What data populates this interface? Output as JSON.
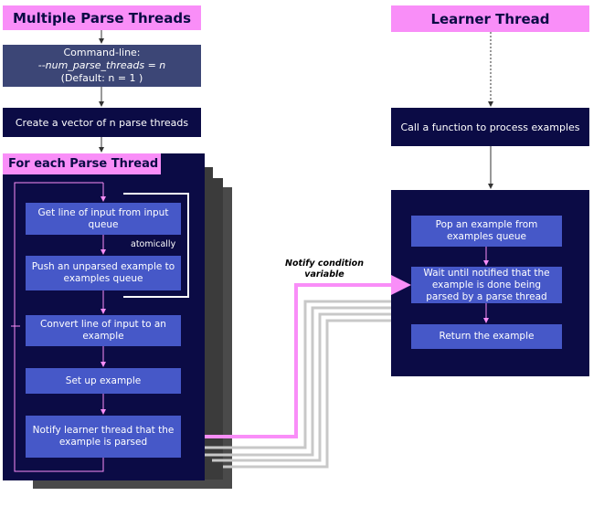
{
  "left_header": "Multiple Parse Threads",
  "right_header": "Learner Thread",
  "cmdline": {
    "line1": "Command-line:",
    "line2": "--num_parse_threads = n",
    "line3": "(Default: n = 1 )"
  },
  "create_vector": "Create a vector of n parse threads",
  "for_each_label": "For each Parse Thread",
  "parse_steps": [
    "Get line of input from input queue",
    "Push an unparsed example to examples queue",
    "Convert line of input to an example",
    "Set up example",
    "Notify learner thread that the example is parsed"
  ],
  "atomically_label": "atomically",
  "notify_label_line1": "Notify condition",
  "notify_label_line2": "variable",
  "call_function": "Call a function to process examples",
  "learner_steps": [
    "Pop an example from examples queue",
    "Wait until notified that the example is done being parsed by a parse thread",
    "Return the example"
  ],
  "colors": {
    "pink": "#f98ef8",
    "navy": "#0b0b45",
    "step_blue": "#4658c8",
    "slate": "#3c4676"
  }
}
